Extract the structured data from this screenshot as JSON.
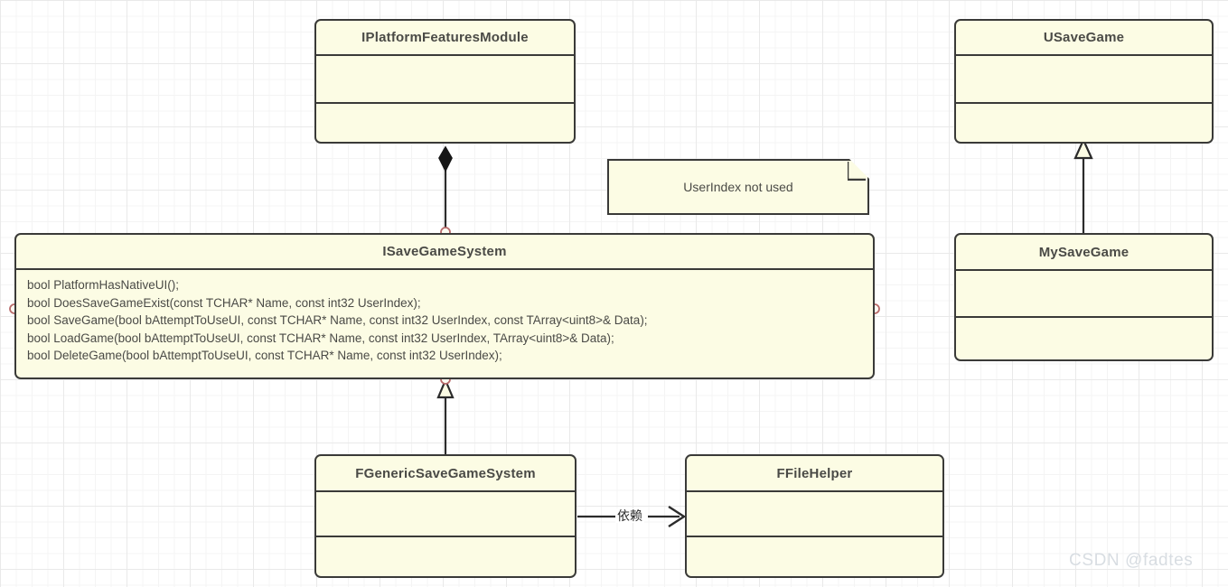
{
  "diagram": {
    "type": "uml-class-diagram",
    "background": "#ffffff",
    "grid": true,
    "box_fill": "#fcfce4",
    "box_border": "#3a3a38",
    "text_color": "#4a4a46",
    "port_color": "#b86a6a"
  },
  "classes": {
    "platform_features_module": {
      "name": "IPlatformFeaturesModule",
      "attributes": [],
      "methods": []
    },
    "save_game_system": {
      "name": "ISaveGameSystem",
      "methods": [
        "bool PlatformHasNativeUI();",
        "bool DoesSaveGameExist(const TCHAR* Name, const int32 UserIndex);",
        "bool SaveGame(bool bAttemptToUseUI, const TCHAR* Name, const int32 UserIndex, const TArray<uint8>& Data);",
        "bool LoadGame(bool bAttemptToUseUI, const TCHAR* Name, const int32 UserIndex, TArray<uint8>& Data);",
        "bool DeleteGame(bool bAttemptToUseUI, const TCHAR* Name, const int32 UserIndex);"
      ]
    },
    "generic_save_game_system": {
      "name": "FGenericSaveGameSystem",
      "attributes": [],
      "methods": []
    },
    "file_helper": {
      "name": "FFileHelper",
      "attributes": [],
      "methods": []
    },
    "usave_game": {
      "name": "USaveGame",
      "attributes": [],
      "methods": []
    },
    "my_save_game": {
      "name": "MySaveGame",
      "attributes": [],
      "methods": []
    }
  },
  "note": {
    "text": "UserIndex not used"
  },
  "relations": {
    "composition": {
      "label": "",
      "from": "ISaveGameSystem",
      "to": "IPlatformFeaturesModule",
      "kind": "composition"
    },
    "realization": {
      "label": "",
      "from": "FGenericSaveGameSystem",
      "to": "ISaveGameSystem",
      "kind": "generalization"
    },
    "dependency": {
      "label": "依赖",
      "from": "FGenericSaveGameSystem",
      "to": "FFileHelper",
      "kind": "dependency"
    },
    "inheritance": {
      "label": "",
      "from": "MySaveGame",
      "to": "USaveGame",
      "kind": "generalization"
    }
  },
  "watermark": {
    "text": "CSDN @fadtes"
  }
}
